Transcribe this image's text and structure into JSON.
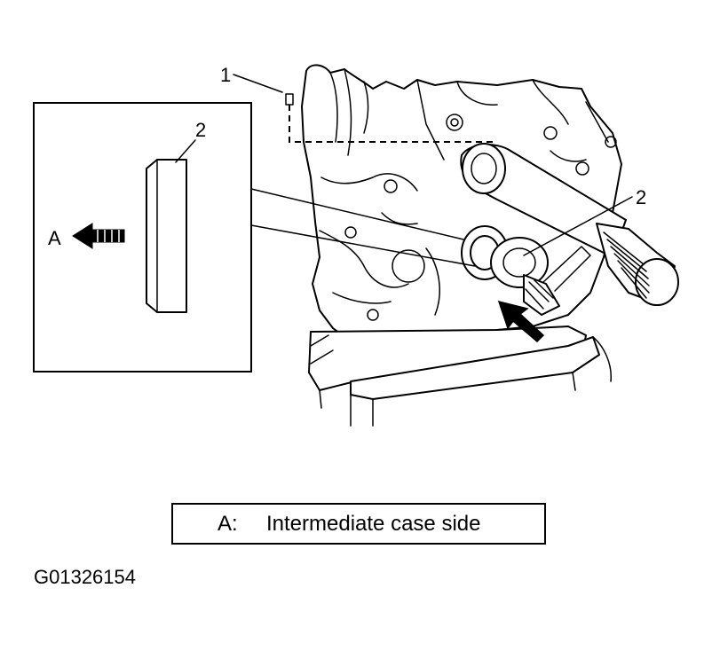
{
  "callouts": {
    "part1": "1",
    "part2_inset": "2",
    "part2_main": "2",
    "direction_a": "A"
  },
  "legend": {
    "key": "A:",
    "description": "Intermediate case side"
  },
  "figure_id": "G01326154"
}
